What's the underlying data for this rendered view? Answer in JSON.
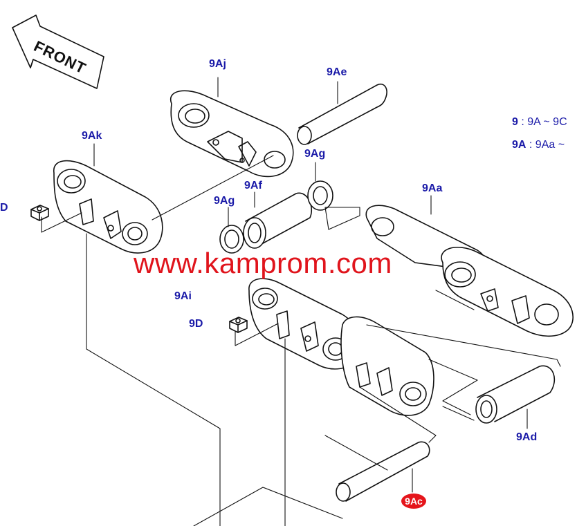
{
  "diagram": {
    "front_label": "FRONT",
    "labels": {
      "9Aj": "9Aj",
      "9Ae": "9Ae",
      "9Ak": "9Ak",
      "9Ag_top": "9Ag",
      "9Af": "9Af",
      "9Ag_left": "9Ag",
      "9Aa": "9Aa",
      "9D_left": "D",
      "9Ai": "9Ai",
      "9D": "9D",
      "9Ad": "9Ad",
      "9Ac": "9Ac"
    },
    "legend": [
      {
        "key": "9",
        "text": ": 9A ~ 9C"
      },
      {
        "key": "9A",
        "text": ": 9Aa ~"
      }
    ],
    "watermark": "www.kamprom.com"
  }
}
